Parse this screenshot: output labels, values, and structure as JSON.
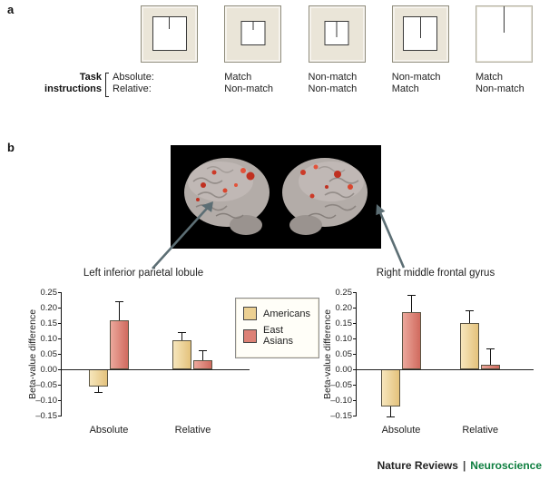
{
  "panel_a": {
    "label": "a",
    "task_label_line1": "Task",
    "task_label_line2": "instructions",
    "absolute_label": "Absolute:",
    "relative_label": "Relative:",
    "stimulus_bg": "#eae5d8",
    "stimuli": [
      {
        "frame_size": 38,
        "line_length": 13,
        "background": "beige"
      },
      {
        "frame_size": 27,
        "line_length": 9,
        "background": "beige"
      },
      {
        "frame_size": 27,
        "line_length": 17,
        "background": "beige"
      },
      {
        "frame_size": 38,
        "line_length": 23,
        "background": "beige"
      },
      {
        "frame_size": 63,
        "line_length": 29,
        "background": "white"
      }
    ],
    "instructions": [
      {
        "absolute": "Match",
        "relative": "Non-match"
      },
      {
        "absolute": "Non-match",
        "relative": "Non-match"
      },
      {
        "absolute": "Non-match",
        "relative": "Match"
      },
      {
        "absolute": "Match",
        "relative": "Non-match"
      }
    ]
  },
  "panel_b": {
    "label": "b"
  },
  "legend": {
    "items": [
      {
        "label": "Americans",
        "color": "#ecd092"
      },
      {
        "label": "East Asians",
        "color": "#dd8175"
      }
    ]
  },
  "chart_data": [
    {
      "type": "bar",
      "title": "Left inferior parietal lobule",
      "ylabel": "Beta-value difference",
      "categories": [
        "Absolute",
        "Relative"
      ],
      "series": [
        {
          "name": "Americans",
          "color": "#e4c27c",
          "color_light": "#f6e6bc",
          "values": [
            -0.055,
            0.095
          ],
          "errors": [
            0.02,
            0.025
          ]
        },
        {
          "name": "East Asians",
          "color": "#d06a5e",
          "color_light": "#eca89c",
          "values": [
            0.16,
            0.03
          ],
          "errors": [
            0.06,
            0.03
          ]
        }
      ],
      "ylim": [
        -0.15,
        0.25
      ],
      "ytick_step": 0.05,
      "grid": false,
      "legend_position": "between-charts"
    },
    {
      "type": "bar",
      "title": "Right middle frontal gyrus",
      "ylabel": "Beta-value difference",
      "categories": [
        "Absolute",
        "Relative"
      ],
      "series": [
        {
          "name": "Americans",
          "color": "#e4c27c",
          "color_light": "#f6e6bc",
          "values": [
            -0.12,
            0.15
          ],
          "errors": [
            0.035,
            0.04
          ]
        },
        {
          "name": "East Asians",
          "color": "#d06a5e",
          "color_light": "#eca89c",
          "values": [
            0.185,
            0.015
          ],
          "errors": [
            0.055,
            0.05
          ]
        }
      ],
      "ylim": [
        -0.15,
        0.25
      ],
      "ytick_step": 0.05,
      "grid": false
    }
  ],
  "footer": {
    "brand": "Nature Reviews",
    "separator": "|",
    "journal": "Neuroscience",
    "journal_color": "#0d7e3f"
  }
}
